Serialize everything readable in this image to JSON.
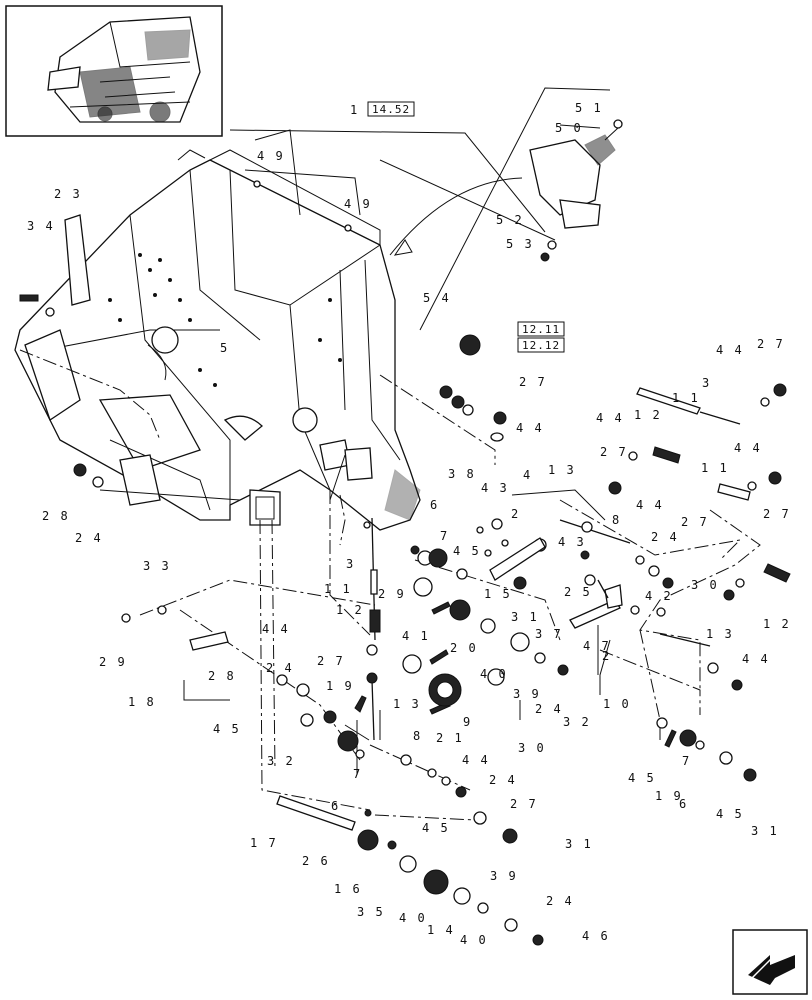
{
  "callouts": [
    "1",
    "2",
    "3",
    "4",
    "5",
    "6",
    "7",
    "8",
    "9",
    "10",
    "11",
    "12",
    "13",
    "14",
    "15",
    "16",
    "17",
    "18",
    "19",
    "20",
    "21",
    "23",
    "24",
    "25",
    "26",
    "27",
    "28",
    "29",
    "30",
    "31",
    "32",
    "33",
    "34",
    "35",
    "37",
    "38",
    "39",
    "40",
    "41",
    "42",
    "43",
    "44",
    "45",
    "46",
    "47",
    "49",
    "50",
    "51",
    "52",
    "53",
    "54"
  ],
  "labels": {
    "l1": "1",
    "l49a": "4 9",
    "l49b": "4 9",
    "l51": "5 1",
    "l50": "5 0",
    "l52": "5 2",
    "l53": "5 3",
    "l23": "2 3",
    "l34": "3 4",
    "l5": "5",
    "l54": "5 4",
    "l27a": "2 7",
    "l44a": "4 4",
    "l44b": "4 4",
    "l3a": "3",
    "l11a": "1 1",
    "l12a": "1 2",
    "l44c": "4 4",
    "l27b": "2 7",
    "l13a": "1 3",
    "l27c": "2 7",
    "l44d": "4 4",
    "l11b": "1 1",
    "l44e": "4 4",
    "l27d": "2 7",
    "l8a": "8",
    "l24a": "2 4",
    "l27e": "2 7",
    "l4": "4",
    "l2a": "2",
    "l43a": "4 3",
    "l38": "3 8",
    "l6a": "6",
    "l7a": "7",
    "l45a": "4 5",
    "l43b": "4 3",
    "l29a": "2 9",
    "l3b": "3",
    "l11c": "1 1",
    "l15": "1 5",
    "l25": "2 5",
    "l42": "4 2",
    "l30a": "3 0",
    "l12b": "1 2",
    "l28a": "2 8",
    "l24b": "2 4",
    "l33": "3 3",
    "l29b": "2 9",
    "l18": "1 8",
    "l28b": "2 8",
    "l12c": "1 2",
    "l41": "4 1",
    "l20": "2 0",
    "l31a": "3 1",
    "l37": "3 7",
    "l47": "4 7",
    "l2b": "2",
    "l13b": "1 3",
    "l44f": "4 4",
    "l44g": "4 4",
    "l24c": "2 4",
    "l27f": "2 7",
    "l40a": "4 0",
    "l39a": "3 9",
    "l24d": "2 4",
    "l32a": "3 2",
    "l10": "1 0",
    "l19a": "1 9",
    "l9": "9",
    "l21": "2 1",
    "l30b": "3 0",
    "l45b": "4 5",
    "l32b": "3 2",
    "l13c": "1 3",
    "l7b": "7",
    "l6b": "6",
    "l8b": "8",
    "l44h": "4 4",
    "l24e": "2 4",
    "l27g": "2 7",
    "l45c": "4 5",
    "l19b": "1 9",
    "l7c": "7",
    "l6c": "6",
    "l45d": "4 5",
    "l31b": "3 1",
    "l45e": "4 5",
    "l31c": "3 1",
    "l17": "1 7",
    "l26": "2 6",
    "l16": "1 6",
    "l35": "3 5",
    "l40b": "4 0",
    "l14": "1 4",
    "l40c": "4 0",
    "l39b": "3 9",
    "l24f": "2 4",
    "l46": "4 6"
  },
  "refs": {
    "r1": "14.52",
    "r2": "12.11",
    "r3": "12.12"
  }
}
